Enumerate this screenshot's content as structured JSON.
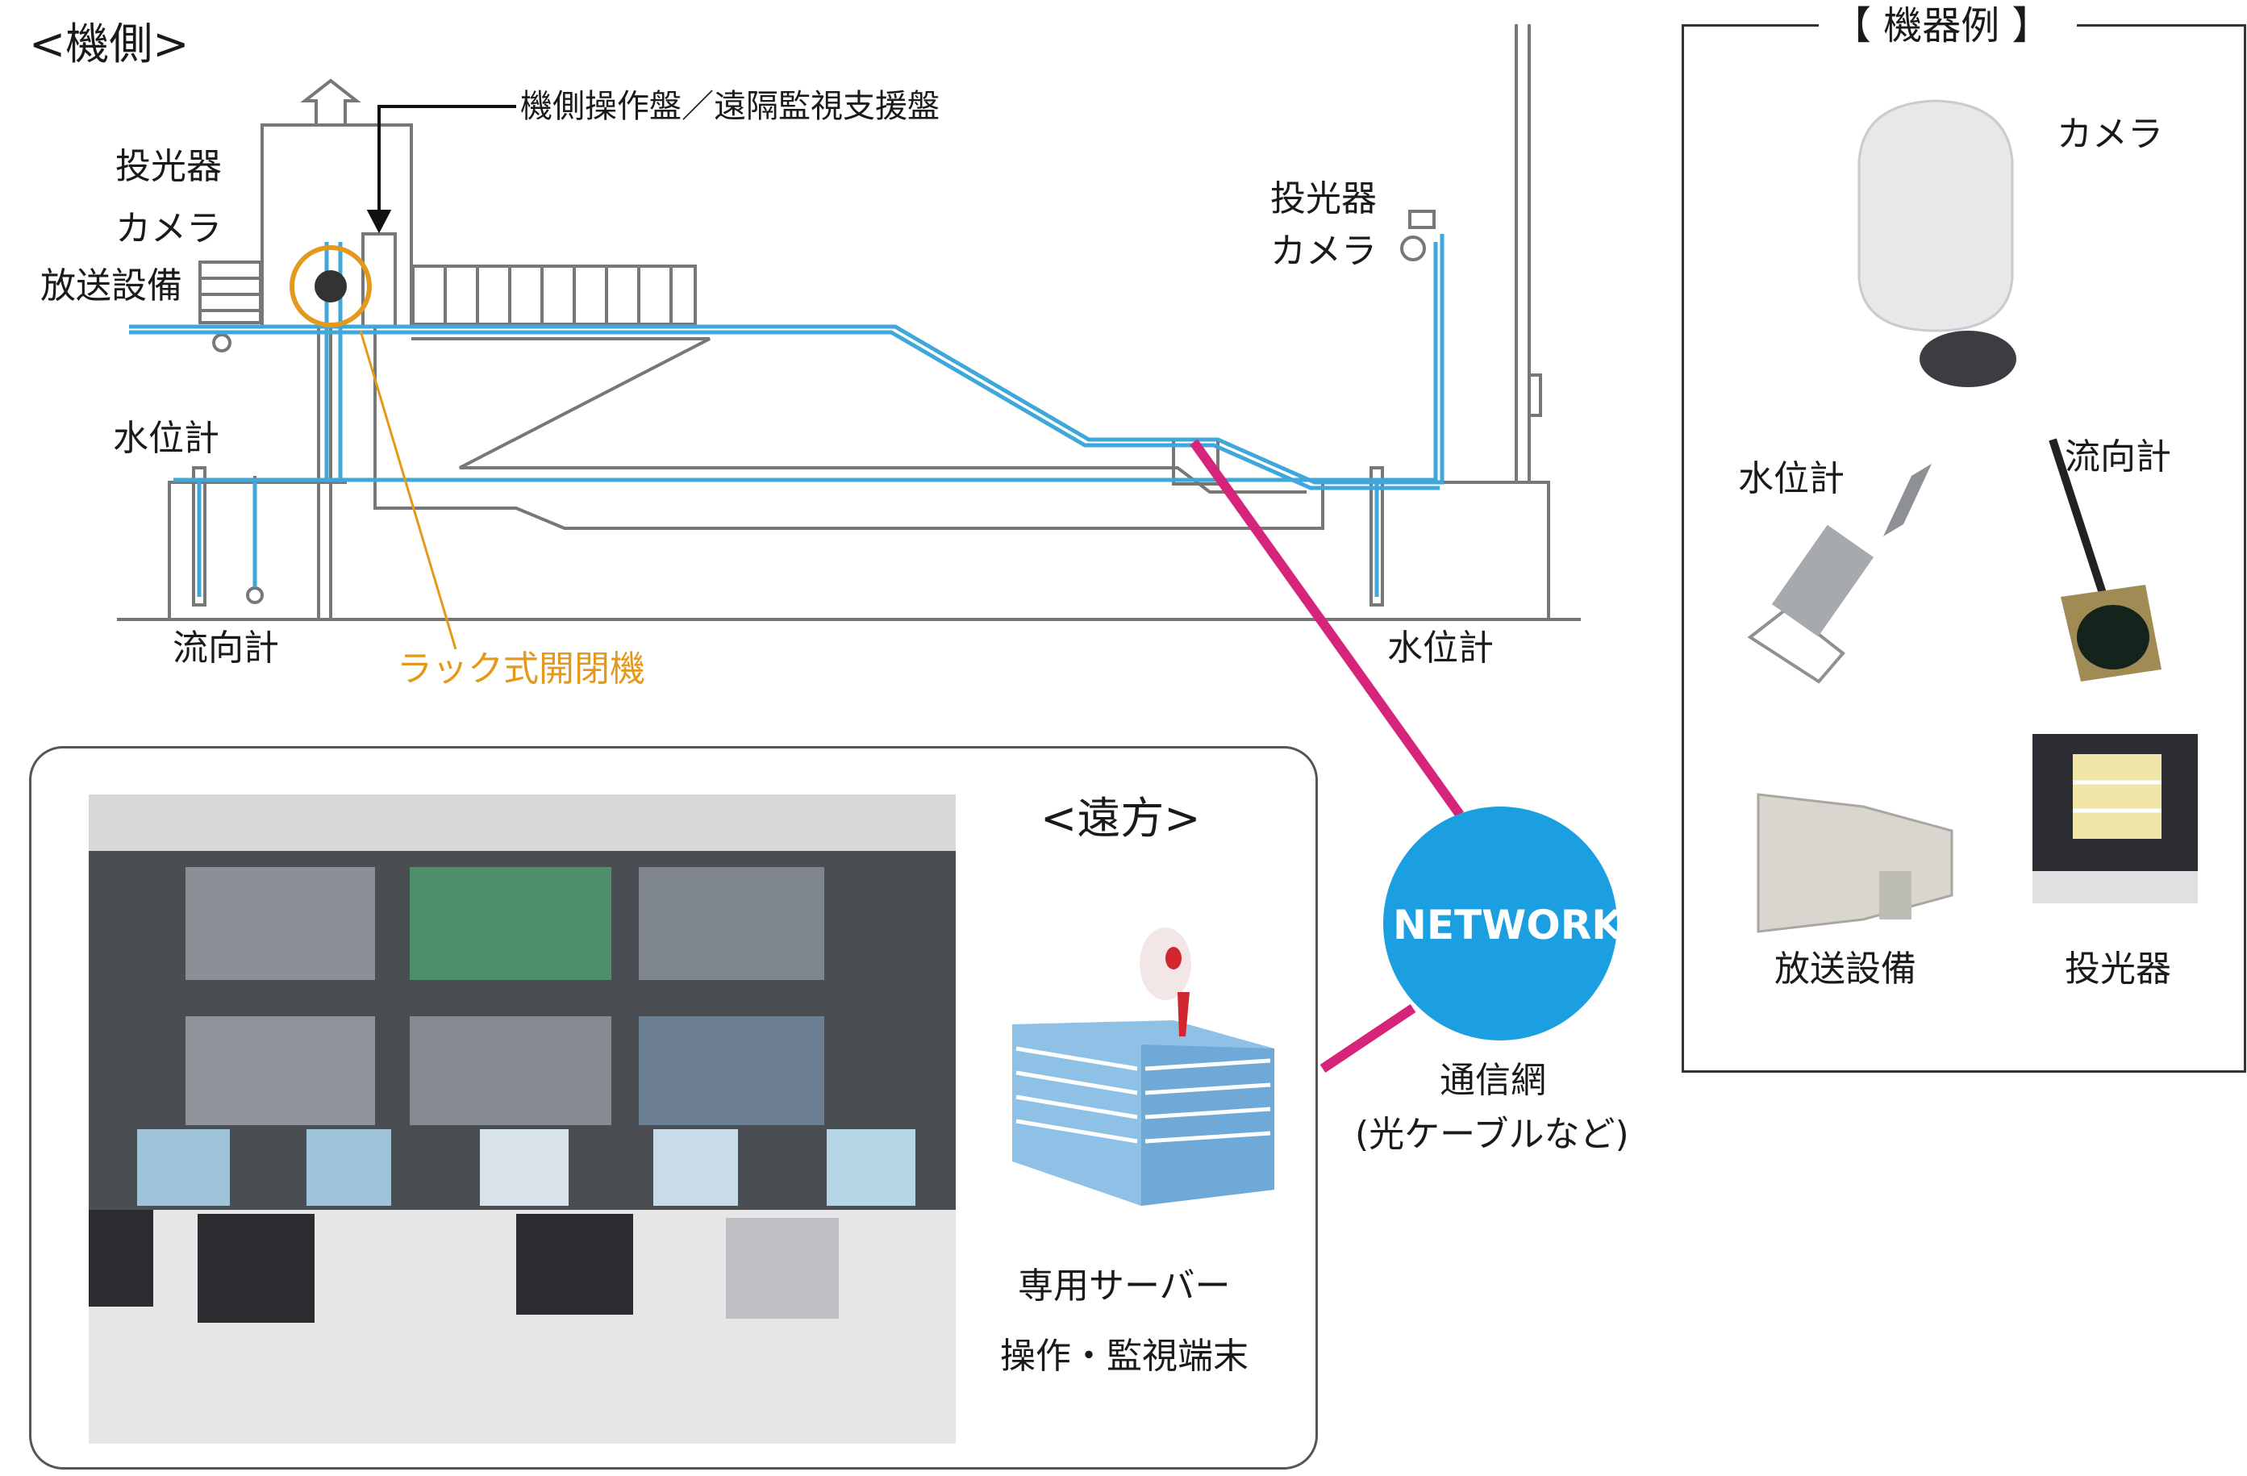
{
  "site": {
    "heading": "<機側>",
    "labels": {
      "panel": "機側操作盤／遠隔監視支援盤",
      "projector_left": "投光器",
      "camera_left": "カメラ",
      "broadcast_left": "放送設備",
      "water_level_left": "水位計",
      "flow_direction_left": "流向計",
      "rack_gate": "ラック式開閉機",
      "projector_right": "投光器",
      "camera_right": "カメラ",
      "water_level_right": "水位計"
    }
  },
  "network": {
    "label": "NETWORK",
    "caption_line1": "通信網",
    "caption_line2": "(光ケーブルなど)"
  },
  "remote": {
    "heading": "<遠方>",
    "server_label": "専用サーバー",
    "terminal_label": "操作・監視端末"
  },
  "legend": {
    "title": "【 機器例 】",
    "camera": "カメラ",
    "water_level": "水位計",
    "flow_direction": "流向計",
    "broadcast": "放送設備",
    "projector": "投光器"
  },
  "colors": {
    "cable": "#3fa7d9",
    "network_link": "#d6247a",
    "network_circle": "#1c9fe0",
    "rack_highlight": "#e39a1c"
  }
}
